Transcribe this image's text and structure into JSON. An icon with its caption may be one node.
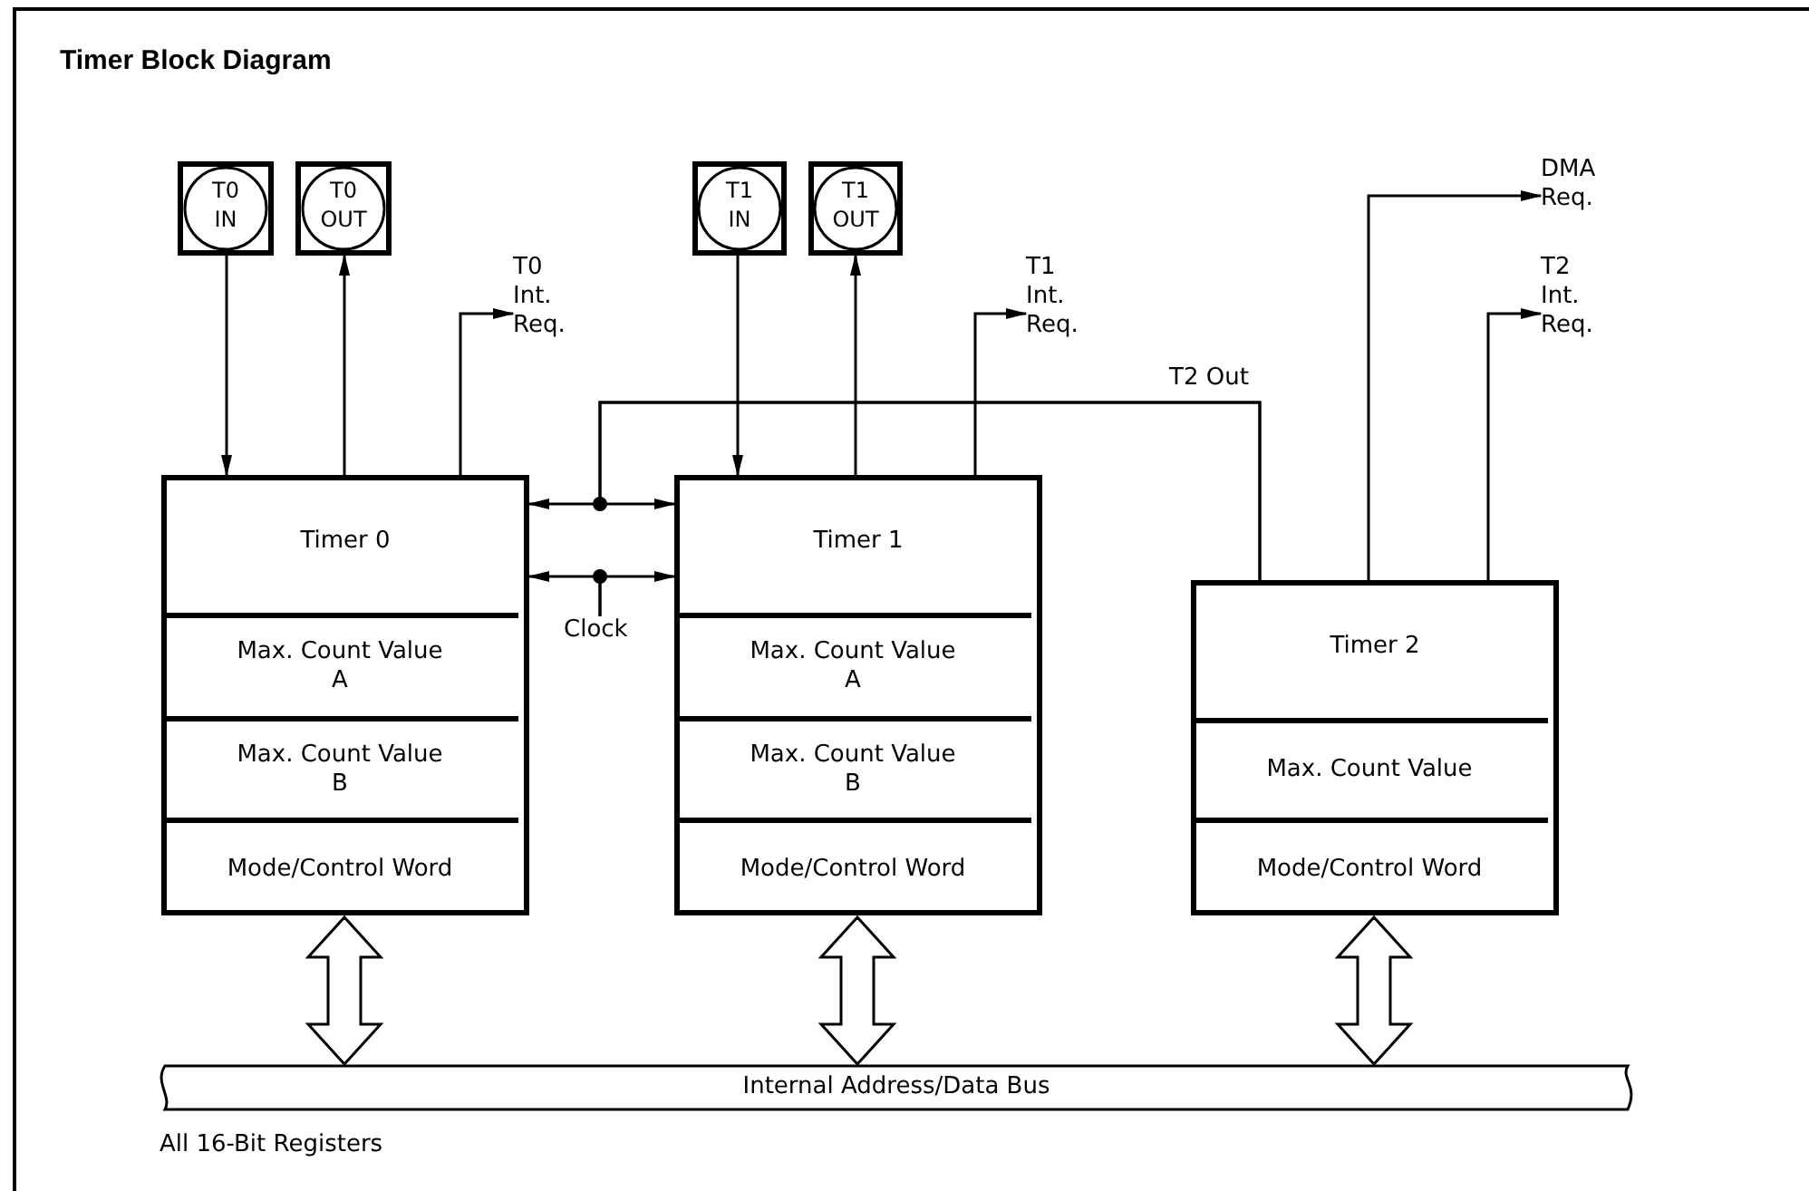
{
  "diagram": {
    "title": "Timer Block Diagram",
    "nodes": [
      {
        "text": [
          "T0 IN"
        ]
      },
      {
        "text": [
          "T0 OUT"
        ]
      },
      {
        "text": [
          "T1 IN"
        ]
      },
      {
        "text": [
          "T1 OUT"
        ]
      },
      {
        "text": [
          "Timer 0"
        ]
      },
      {
        "text": [
          "Max. Count Value A"
        ],
        "in": 4
      },
      {
        "text": [
          "Max. Count Value B"
        ],
        "in": 4
      },
      {
        "text": [
          "Mode/Control Word"
        ],
        "in": 4
      },
      {
        "text": [
          "Timer 1"
        ]
      },
      {
        "text": [
          "Max. Count Value A"
        ],
        "in": 8
      },
      {
        "text": [
          "Max. Count Value B"
        ],
        "in": 8
      },
      {
        "text": [
          "Mode/Control Word"
        ],
        "in": 8
      },
      {
        "text": [
          "Timer 2"
        ]
      },
      {
        "text": [
          "Max. Count Value"
        ],
        "in": 12
      },
      {
        "text": [
          "Mode/Control Word"
        ],
        "in": 12
      },
      {
        "text": [
          "Internal Address/Data Bus"
        ]
      },
      {
        "text": [
          "T0 Int. Req."
        ]
      },
      {
        "text": [
          "T1 Int. Req."
        ]
      },
      {
        "text": [
          "DMA Req."
        ]
      },
      {
        "text": [
          "T2 Int. Req."
        ]
      },
      {
        "text": [
          "Clock"
        ]
      }
    ],
    "edges": [
      {
        "from": 0,
        "to": 4,
        "arrow": "to"
      },
      {
        "from": 4,
        "to": 1,
        "arrow": "to"
      },
      {
        "from": 4,
        "to": 16,
        "arrow": "to"
      },
      {
        "from": 2,
        "to": 8,
        "arrow": "to"
      },
      {
        "from": 8,
        "to": 3,
        "arrow": "to"
      },
      {
        "from": 8,
        "to": 17,
        "arrow": "to"
      },
      {
        "from": 12,
        "to": 4,
        "arrow": "to",
        "label": "T2 Out"
      },
      {
        "from": 12,
        "to": 8,
        "arrow": "to"
      },
      {
        "from": 20,
        "to": 4,
        "arrow": "to"
      },
      {
        "from": 20,
        "to": 8,
        "arrow": "to"
      },
      {
        "from": 12,
        "to": 18,
        "arrow": "to"
      },
      {
        "from": 12,
        "to": 19,
        "arrow": "to"
      },
      {
        "from": 4,
        "to": 15,
        "arrow": "both",
        "style": "thick"
      },
      {
        "from": 8,
        "to": 15,
        "arrow": "both",
        "style": "thick"
      },
      {
        "from": 12,
        "to": 15,
        "arrow": "both",
        "style": "thick"
      }
    ],
    "labels": [
      "All 16-Bit Registers"
    ]
  }
}
